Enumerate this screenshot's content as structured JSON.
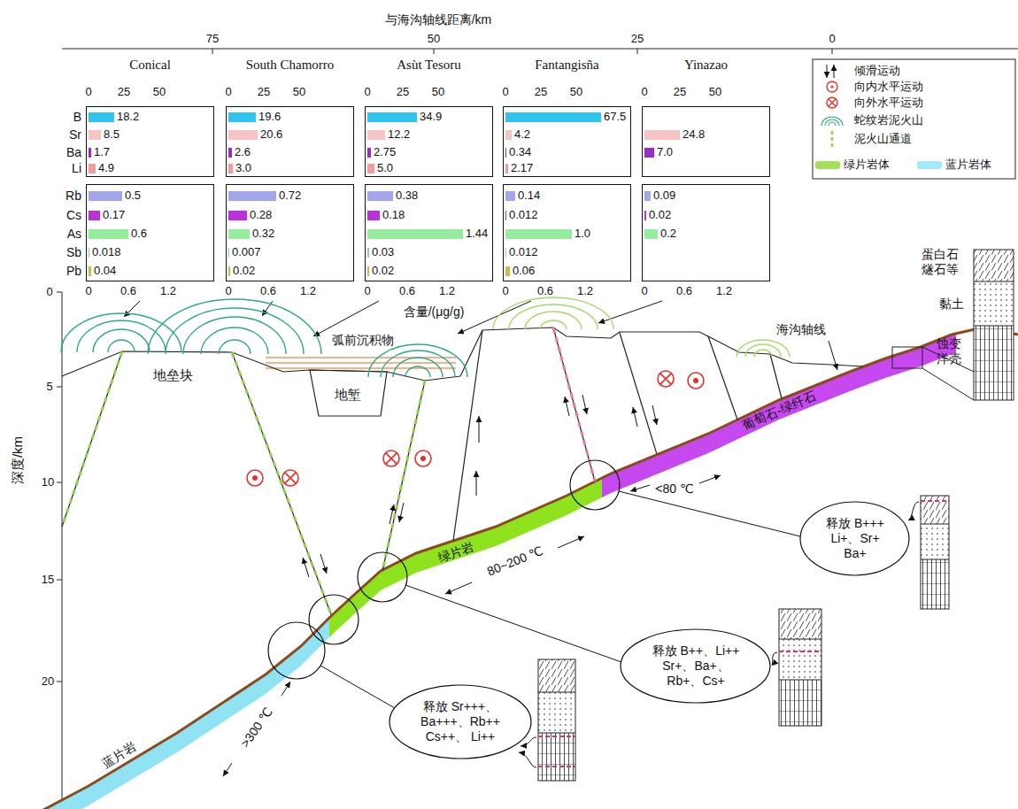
{
  "diagram": {
    "nodes": [
      {
        "text": [
          "Conical",
          "18.2",
          "8.5",
          "1.7",
          "4.9"
        ]
      },
      {
        "text": [
          "0.5",
          "0.17",
          "0.6",
          "0.018",
          "0.04"
        ]
      },
      {
        "text": [
          "South Chamorro",
          "19.6",
          "20.6",
          "2.6",
          "3.0"
        ]
      },
      {
        "text": [
          "0.72",
          "0.28",
          "0.32",
          "0.007",
          "0.02"
        ]
      },
      {
        "text": [
          "Asùt Tesoru",
          "34.9",
          "12.2",
          "2.75",
          "5.0"
        ]
      },
      {
        "text": [
          "0.38",
          "0.18",
          "1.44",
          "0.03",
          "0.02"
        ]
      },
      {
        "text": [
          "Fantangisña",
          "67.5",
          "4.2",
          "0.34",
          "2.17"
        ]
      },
      {
        "text": [
          "0.14",
          "0.012",
          "1.0",
          "0.012",
          "0.06"
        ]
      },
      {
        "text": [
          "Yinazao",
          "24.8",
          "7.0"
        ]
      },
      {
        "text": [
          "0.09",
          "0.02",
          "0.2"
        ]
      },
      {
        "text": [
          "释放 B+++ Li+、Sr+ Ba+"
        ]
      },
      {
        "text": [
          "释放 B++、Li++ Sr+、Ba+、 Rb+、Cs+"
        ]
      },
      {
        "text": [
          "释放 Sr+++、 Ba+++、Rb++ Cs++、 Li++"
        ]
      }
    ],
    "labels": [
      "与海沟轴线距离/km",
      "75",
      "50",
      "25",
      "0",
      "0",
      "25",
      "50",
      "0",
      "0.6",
      "1.2",
      "0",
      "25",
      "50",
      "0",
      "0.6",
      "1.2",
      "0",
      "25",
      "50",
      "0",
      "0.6",
      "1.2",
      "0",
      "25",
      "50",
      "0",
      "0.6",
      "1.2",
      "0",
      "25",
      "50",
      "0",
      "0.6",
      "1.2",
      "B",
      "Sr",
      "Ba",
      "Li",
      "Rb",
      "Cs",
      "As",
      "Sb",
      "Pb",
      "含量/(μg/g)",
      "深度/km",
      "0",
      "5",
      "10",
      "15",
      "20",
      "地垒块",
      "地堑",
      "弧前沉积物",
      "海沟轴线",
      "葡萄石-绿纤石",
      "绿片岩",
      "蓝片岩",
      "<80 ℃",
      "80~200 ℃",
      ">300 ℃",
      "蛋白石 燧石等",
      "黏土",
      "蚀变 洋壳"
    ],
    "legend": [
      {
        "text": "倾滑运动"
      },
      {
        "text": "向内水平运动"
      },
      {
        "text": "向外水平运动"
      },
      {
        "text": "蛇纹岩泥火山"
      },
      {
        "text": "泥火山通道"
      },
      {
        "text": "绿片岩体",
        "color": "#a5e05a"
      },
      {
        "text": "蓝片岩体",
        "color": "#a3e9f7"
      }
    ]
  }
}
